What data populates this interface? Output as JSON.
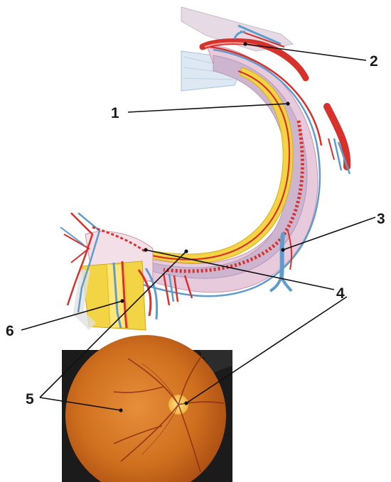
{
  "labels": {
    "l1": "1",
    "l2": "2",
    "l3": "3",
    "l4": "4",
    "l5": "5",
    "l6": "6"
  },
  "colors": {
    "artery": "#d7312c",
    "vein": "#5f9ccb",
    "sclera": "#e9d3e0",
    "choroid": "#c9b7cf",
    "retina": "#f2d23a",
    "fundus_bg": "#c9661c",
    "fundus_dark": "#1b1b1b"
  }
}
